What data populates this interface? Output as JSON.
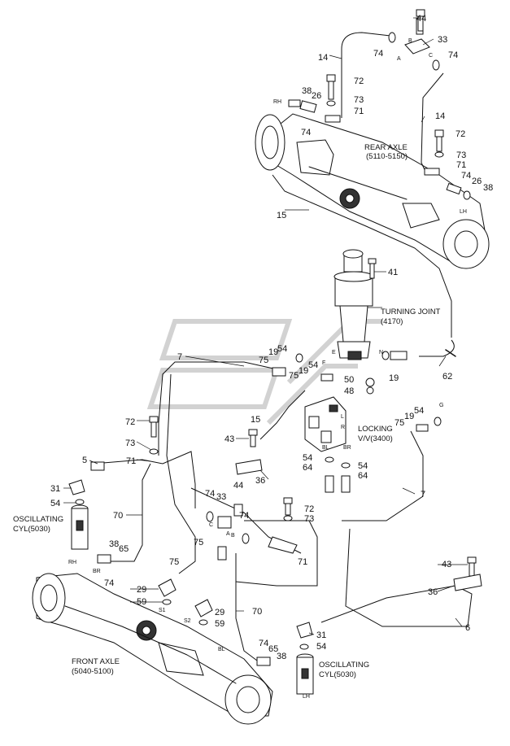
{
  "callouts": [
    {
      "id": "c44a",
      "text": "44"
    },
    {
      "id": "c33a",
      "text": "33"
    },
    {
      "id": "c74a",
      "text": "74"
    },
    {
      "id": "c74b",
      "text": "74"
    },
    {
      "id": "c14a",
      "text": "14"
    },
    {
      "id": "c72a",
      "text": "72"
    },
    {
      "id": "c38a",
      "text": "38"
    },
    {
      "id": "c26a",
      "text": "26"
    },
    {
      "id": "c73a",
      "text": "73"
    },
    {
      "id": "c71a",
      "text": "71"
    },
    {
      "id": "c74c",
      "text": "74"
    },
    {
      "id": "c14b",
      "text": "14"
    },
    {
      "id": "c72b",
      "text": "72"
    },
    {
      "id": "c73b",
      "text": "73"
    },
    {
      "id": "c71b",
      "text": "71"
    },
    {
      "id": "c74d",
      "text": "74"
    },
    {
      "id": "c26b",
      "text": "26"
    },
    {
      "id": "c38b",
      "text": "38"
    },
    {
      "id": "c15a",
      "text": "15"
    },
    {
      "id": "c41",
      "text": "41"
    },
    {
      "id": "c7a",
      "text": "7"
    },
    {
      "id": "c75a",
      "text": "75"
    },
    {
      "id": "c19a",
      "text": "19"
    },
    {
      "id": "c54a",
      "text": "54"
    },
    {
      "id": "c54b",
      "text": "54"
    },
    {
      "id": "c75b",
      "text": "75"
    },
    {
      "id": "c19b",
      "text": "19"
    },
    {
      "id": "c19c",
      "text": "19"
    },
    {
      "id": "c62",
      "text": "62"
    },
    {
      "id": "c50",
      "text": "50"
    },
    {
      "id": "c48",
      "text": "48"
    },
    {
      "id": "c15b",
      "text": "15"
    },
    {
      "id": "c75c",
      "text": "75"
    },
    {
      "id": "c19d",
      "text": "19"
    },
    {
      "id": "c54c",
      "text": "54"
    },
    {
      "id": "c72c",
      "text": "72"
    },
    {
      "id": "c73c",
      "text": "73"
    },
    {
      "id": "c43a",
      "text": "43"
    },
    {
      "id": "c54d",
      "text": "54"
    },
    {
      "id": "c64a",
      "text": "64"
    },
    {
      "id": "c54e",
      "text": "54"
    },
    {
      "id": "c64b",
      "text": "64"
    },
    {
      "id": "c5",
      "text": "5"
    },
    {
      "id": "c71c",
      "text": "71"
    },
    {
      "id": "c36a",
      "text": "36"
    },
    {
      "id": "c7b",
      "text": "7"
    },
    {
      "id": "c31a",
      "text": "31"
    },
    {
      "id": "c54f",
      "text": "54"
    },
    {
      "id": "c74e",
      "text": "74"
    },
    {
      "id": "c33b",
      "text": "33"
    },
    {
      "id": "c44b",
      "text": "44"
    },
    {
      "id": "c72d",
      "text": "72"
    },
    {
      "id": "c73d",
      "text": "73"
    },
    {
      "id": "c70a",
      "text": "70"
    },
    {
      "id": "c74f",
      "text": "74"
    },
    {
      "id": "c75d",
      "text": "75"
    },
    {
      "id": "c38c",
      "text": "38"
    },
    {
      "id": "c65a",
      "text": "65"
    },
    {
      "id": "c71d",
      "text": "71"
    },
    {
      "id": "c43b",
      "text": "43"
    },
    {
      "id": "c74g",
      "text": "74"
    },
    {
      "id": "c75e",
      "text": "75"
    },
    {
      "id": "c29a",
      "text": "29"
    },
    {
      "id": "c59a",
      "text": "59"
    },
    {
      "id": "c29b",
      "text": "29"
    },
    {
      "id": "c59b",
      "text": "59"
    },
    {
      "id": "c70b",
      "text": "70"
    },
    {
      "id": "c36b",
      "text": "36"
    },
    {
      "id": "c6",
      "text": "6"
    },
    {
      "id": "c31b",
      "text": "31"
    },
    {
      "id": "c54g",
      "text": "54"
    },
    {
      "id": "c74h",
      "text": "74"
    },
    {
      "id": "c65b",
      "text": "65"
    },
    {
      "id": "c38d",
      "text": "38"
    }
  ],
  "captions": {
    "rear_axle_1": "REAR AXLE",
    "rear_axle_2": "(5110-5150)",
    "turning_joint_1": "TURNING JOINT",
    "turning_joint_2": "(4170)",
    "locking_1": "LOCKING",
    "locking_2": "V/V(3400)",
    "osc_left_1": "OSCILLATING",
    "osc_left_2": "CYL(5030)",
    "osc_right_1": "OSCILLATING",
    "osc_right_2": "CYL(5030)",
    "front_axle_1": "FRONT AXLE",
    "front_axle_2": "(5040-5100)"
  },
  "port_letters": {
    "a1": "A",
    "b1": "B",
    "c1": "C",
    "rh1": "RH",
    "lh1": "LH",
    "e": "E",
    "f": "F",
    "n": "N",
    "g": "G",
    "l": "L",
    "r": "R",
    "bl1": "BL",
    "br1": "BR",
    "a2": "A",
    "b2": "B",
    "c2": "C",
    "rh2": "RH",
    "br2": "BR",
    "s1": "S1",
    "s2": "S2",
    "bl2": "BL",
    "lh2": "LH"
  }
}
